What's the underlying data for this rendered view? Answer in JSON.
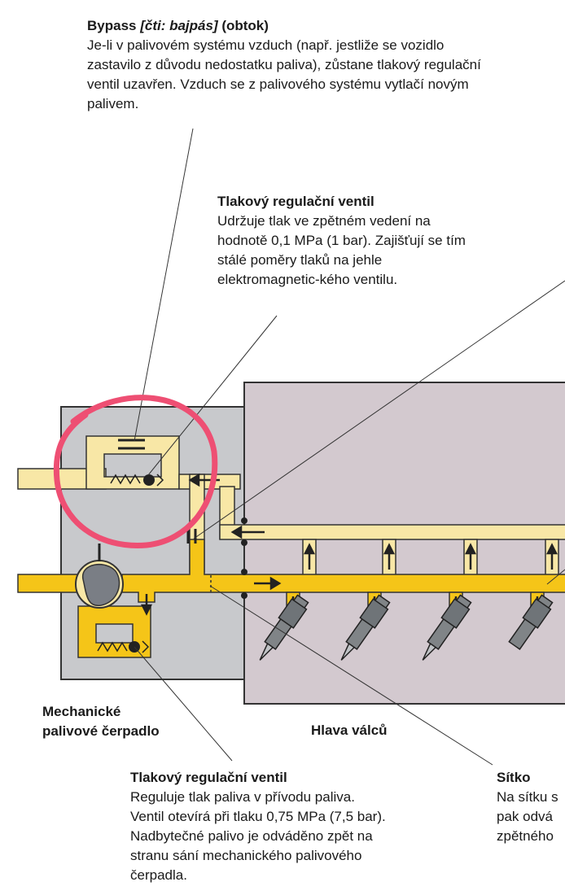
{
  "bypass": {
    "title_prefix": "Bypass ",
    "title_italic": "[čti: bajpás]",
    "title_suffix": " (obtok)",
    "line1": "Je-li v palivovém systému vzduch (např. jestliže se vozidlo",
    "line2": "zastavilo z důvodu nedostatku paliva), zůstane tlakový regulační",
    "line3": "ventil uzavřen. Vzduch se z palivového systému vytlačí novým",
    "line4": "palivem."
  },
  "top_valve": {
    "title": "Tlakový regulační ventil",
    "line1": "Udržuje tlak ve zpětném vedení na",
    "line2": "hodnotě 0,1 MPa (1 bar). Zajišťují se tím",
    "line3": "stálé poměry tlaků na jehle",
    "line4": "elektromagnetic-kého ventilu."
  },
  "pump_label": {
    "line1": "Mechanické",
    "line2": "palivové čerpadlo"
  },
  "head_label": "Hlava válců",
  "bottom_valve": {
    "title": "Tlakový regulační ventil",
    "line1": "Reguluje tlak paliva v přívodu paliva.",
    "line2": "Ventil otevírá při tlaku 0,75 MPa (7,5 bar).",
    "line3": "Nadbytečné palivo je odváděno zpět na",
    "line4": "stranu sání mechanického palivového",
    "line5": "čerpadla."
  },
  "sitko": {
    "title": "Sítko",
    "line1": "Na sítku s",
    "line2": "pak odvá",
    "line3": "zpětného"
  },
  "colors": {
    "pump_block": "#c8c9cc",
    "head_block": "#d3c9cf",
    "supply_fuel": "#f5c518",
    "return_fuel": "#f8e7a6",
    "annotation": "#ee4f73"
  }
}
